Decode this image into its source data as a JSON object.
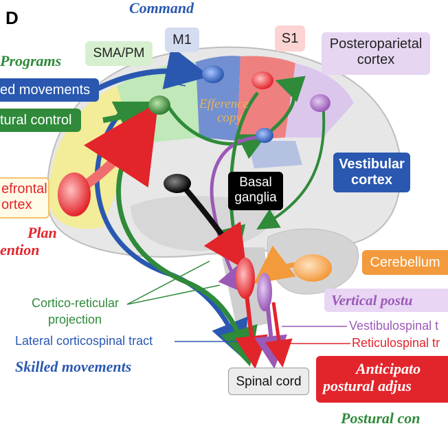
{
  "panel": {
    "letter": "D"
  },
  "colors": {
    "blue": "#2a58b0",
    "green": "#2f8a3a",
    "red": "#e2242b",
    "purple": "#9b59b6",
    "orange": "#f39a3c",
    "black": "#111111"
  },
  "headings": {
    "command": "Command",
    "programs": "Programs",
    "plan_line1": "Plan",
    "plan_line2": "ention",
    "skilled_movements": "Skilled movements",
    "postural_control": "Postural con",
    "vertical_postural": "Vertical postu",
    "efference_copy_line1": "Efference",
    "efference_copy_line2": "copy"
  },
  "regions": {
    "m1": "M1",
    "s1": "S1",
    "sma_pm": "SMA/PM",
    "posteroparietal_line1": "Posteroparietal",
    "posteroparietal_line2": "cortex",
    "prefrontal_line1": "efrontal",
    "prefrontal_line2": "ortex",
    "vestibular_line1": "Vestibular",
    "vestibular_line2": "cortex",
    "basal_line1": "Basal",
    "basal_line2": "ganglia",
    "cerebellum": "Cerebellum",
    "spinal_cord": "Spinal cord"
  },
  "programs": {
    "skilled": "ed movements",
    "postural": "tural control"
  },
  "tracts": {
    "cortico_reticular_line1": "Cortico-reticular",
    "cortico_reticular_line2": "projection",
    "lateral_corticospinal": "Lateral corticospinal tract",
    "vestibulospinal": "Vestibulospinal t",
    "reticulospinal": "Reticulospinal tr"
  },
  "anticipatory": {
    "line1": "Anticipato",
    "line2": "postural adjus"
  }
}
